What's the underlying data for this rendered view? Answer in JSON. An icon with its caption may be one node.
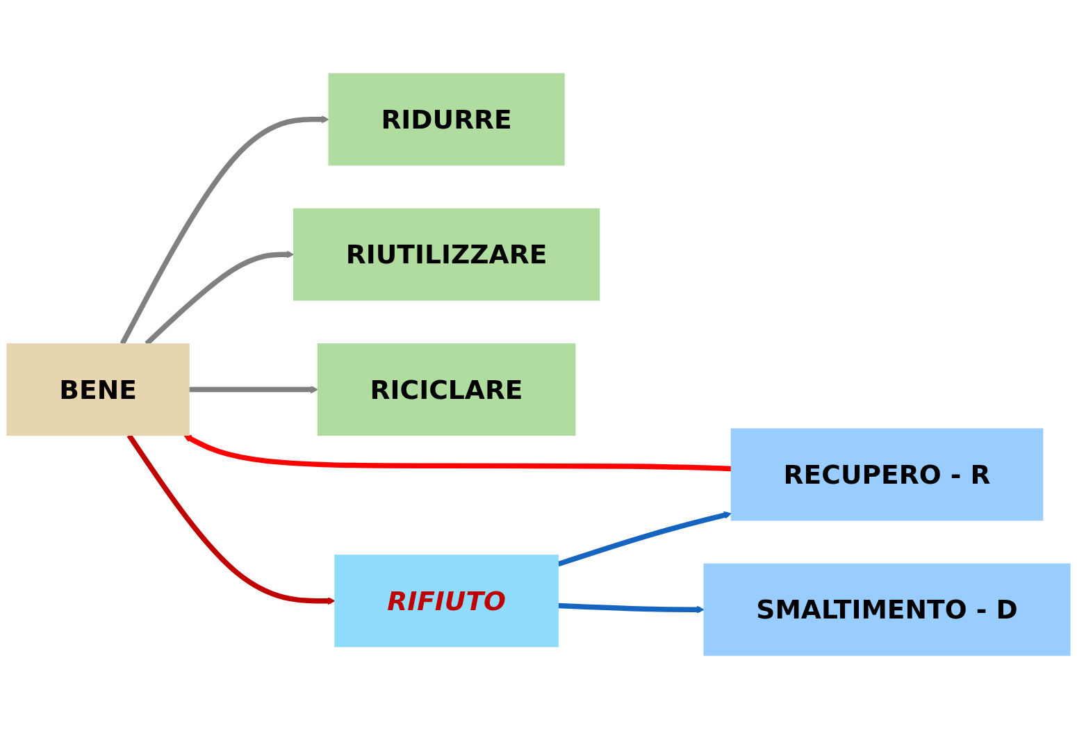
{
  "diagram": {
    "nodes": [
      {
        "text": [
          "RIDURRE"
        ]
      },
      {
        "text": [
          "RIUTILIZZARE"
        ]
      },
      {
        "text": [
          "BENE"
        ]
      },
      {
        "text": [
          "RICICLARE"
        ]
      },
      {
        "text": [
          "RECUPERO - R"
        ]
      },
      {
        "text": [
          "RIFIUTO"
        ]
      },
      {
        "text": [
          "SMALTIMENTO - D"
        ]
      }
    ],
    "edges": [
      {
        "from": 2,
        "to": 0,
        "arrow": "to",
        "color": "#808080"
      },
      {
        "from": 2,
        "to": 1,
        "arrow": "to",
        "color": "#808080"
      },
      {
        "from": 2,
        "to": 3,
        "arrow": "to",
        "color": "#808080"
      },
      {
        "from": 2,
        "to": 5,
        "arrow": "to",
        "color": "#c00000"
      },
      {
        "from": 5,
        "to": 4,
        "arrow": "to",
        "color": "#1565c0"
      },
      {
        "from": 5,
        "to": 6,
        "arrow": "to",
        "color": "#1565c0"
      },
      {
        "from": 4,
        "to": 2,
        "arrow": "to",
        "color": "#ff0000"
      }
    ]
  }
}
